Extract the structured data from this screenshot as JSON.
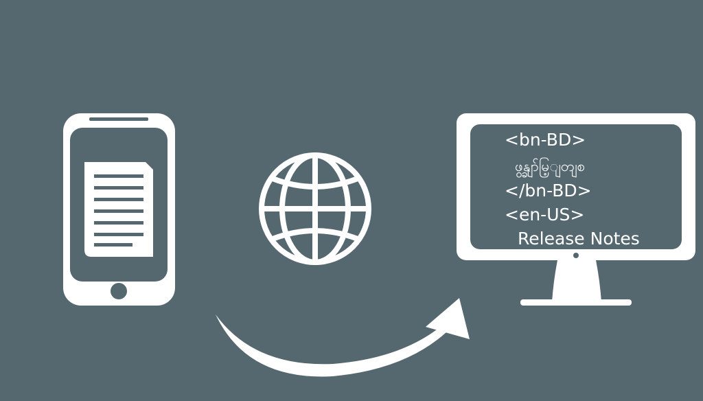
{
  "colors": {
    "background": "#56686f",
    "foreground": "#ffffff"
  },
  "icons": [
    "phone-document-icon",
    "globe-icon",
    "curved-arrow-icon",
    "monitor-icon"
  ],
  "monitor": {
    "lines": [
      "<bn-BD>",
      "ဖွန္ချာ်မြ့ျတျစ",
      "</bn-BD>",
      "<en-US>",
      "Release Notes"
    ]
  }
}
